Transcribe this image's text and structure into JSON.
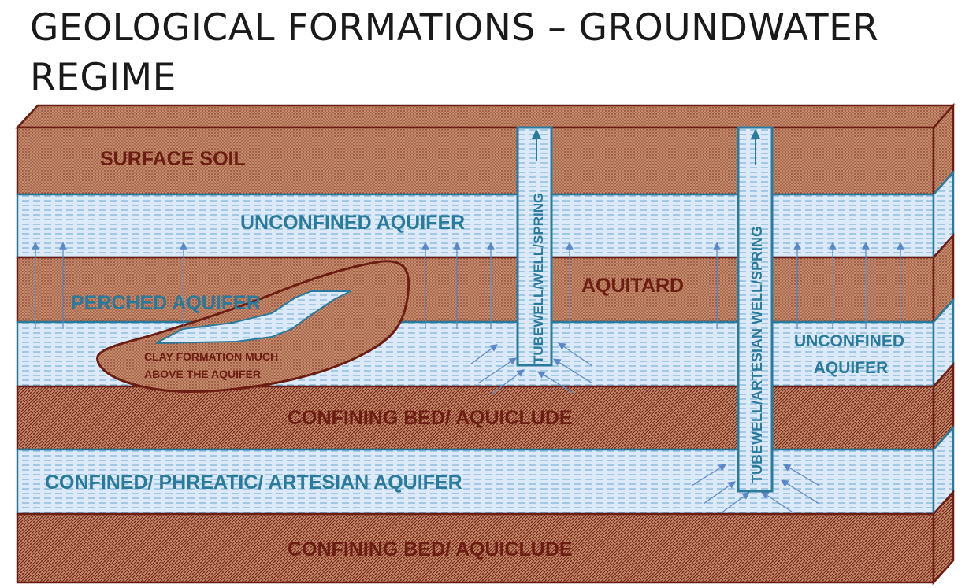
{
  "title": "GEOLOGICAL FORMATIONS – GROUNDWATER REGIME",
  "colors": {
    "soil": "#c48a6c",
    "soil_dark": "#6b1d12",
    "water": "#dbe9f8",
    "water_line": "#4e96c6",
    "water_border": "#2a7a9c",
    "text_soil": "#6b1d12",
    "text_water": "#2a7a9c",
    "arrow": "#5b87c6"
  },
  "layers": {
    "surface_soil": "SURFACE SOIL",
    "unconfined_aquifer_top": "UNCONFINED AQUIFER",
    "perched_aquifer": "PERCHED AQUIFER",
    "aquitard": "AQUITARD",
    "clay_line1": "CLAY FORMATION MUCH",
    "clay_line2": "ABOVE THE AQUIFER",
    "unconfined_aquifer_right_line1": "UNCONFINED",
    "unconfined_aquifer_right_line2": "AQUIFER",
    "confining_bed_1": "CONFINING BED/ AQUICLUDE",
    "confined_aquifer": "CONFINED/ PHREATIC/ ARTESIAN AQUIFER",
    "confining_bed_2": "CONFINING BED/ AQUICLUDE"
  },
  "wells": {
    "tubewell": "TUBEWELL/WELL/SPRING",
    "artesian": "TUBEWELL/ARTESIAN WELL/SPRING"
  }
}
